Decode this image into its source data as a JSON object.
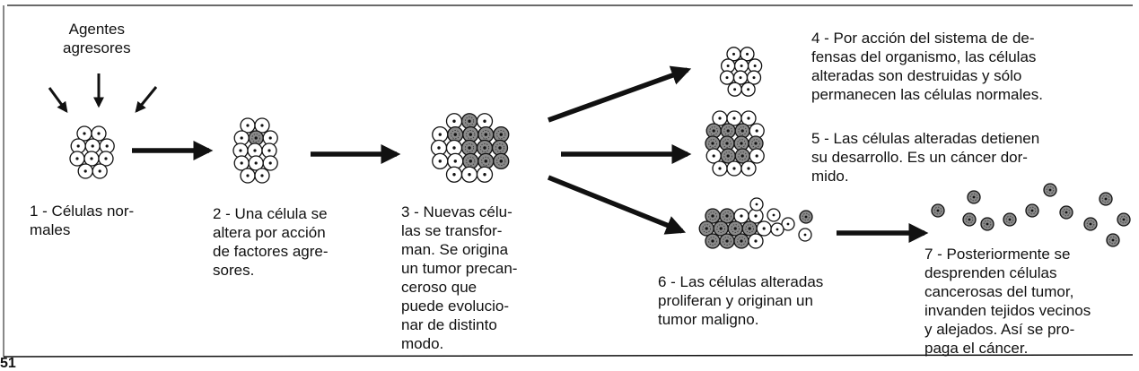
{
  "diagram": {
    "agents_label": "Agentes\nagresores",
    "steps": {
      "s1": "1 - Células nor-\nmales",
      "s2": "2 - Una célula se\naltera por acción\nde factores agre-\nsores.",
      "s3": "3 - Nuevas célu-\nlas se transfor-\nman. Se origina\nun tumor precan-\nceroso que\npuede evolucio-\nnar de distinto\nmodo.",
      "s4": "4 - Por acción del sistema de de-\nfensas del organismo, las células\nalteradas son destruidas y sólo\npermanecen las células normales.",
      "s5": "5 - Las células alteradas detienen\nsu desarrollo. Es un cáncer dor-\nmido.",
      "s6": "6 - Las células alteradas\nproliferan y originan un\ntumor maligno.",
      "s7": "7 - Posteriormente se\ndesprenden células\ncancerosas del tumor,\ninvanden tejidos vecinos\ny alejados. Así se pro-\npaga el cáncer."
    },
    "page_number": "51",
    "colors": {
      "ink": "#111111",
      "altered_fill": "#8a8a8a",
      "normal_fill": "#ffffff"
    }
  }
}
